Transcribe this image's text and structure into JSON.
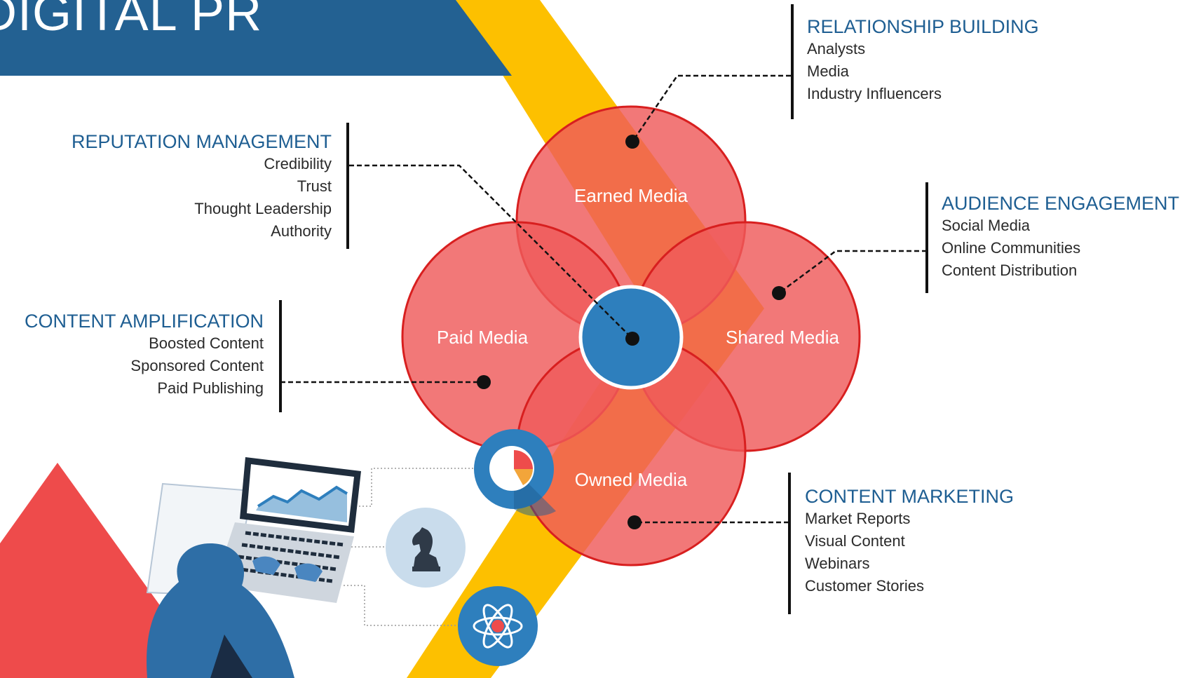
{
  "title": "DIGITAL PR",
  "colors": {
    "blue": "#236192",
    "yellow": "#fdc000",
    "red": "#ee4b4b",
    "circle_fill": "#ef5a5a",
    "circle_stroke": "#d81f1f",
    "center": "#2e7fbd",
    "heading": "#1e5e92"
  },
  "circles": {
    "earned": "Earned Media",
    "paid": "Paid Media",
    "shared": "Shared Media",
    "owned": "Owned Media"
  },
  "blocks": {
    "relationship": {
      "heading": "RELATIONSHIP BUILDING",
      "items": [
        "Analysts",
        "Media",
        "Industry Influencers"
      ]
    },
    "reputation": {
      "heading": "REPUTATION MANAGEMENT",
      "items": [
        "Credibility",
        "Trust",
        "Thought Leadership",
        "Authority"
      ]
    },
    "audience": {
      "heading": "AUDIENCE ENGAGEMENT",
      "items": [
        "Social Media",
        "Online Communities",
        "Content Distribution"
      ]
    },
    "amplification": {
      "heading": "CONTENT AMPLIFICATION",
      "items": [
        "Boosted Content",
        "Sponsored Content",
        "Paid Publishing"
      ]
    },
    "marketing": {
      "heading": "CONTENT MARKETING",
      "items": [
        "Market Reports",
        "Visual Content",
        "Webinars",
        "Customer Stories"
      ]
    }
  },
  "icons": [
    "pie-chart-icon",
    "chess-knight-icon",
    "atom-icon",
    "person-laptop-illustration"
  ]
}
